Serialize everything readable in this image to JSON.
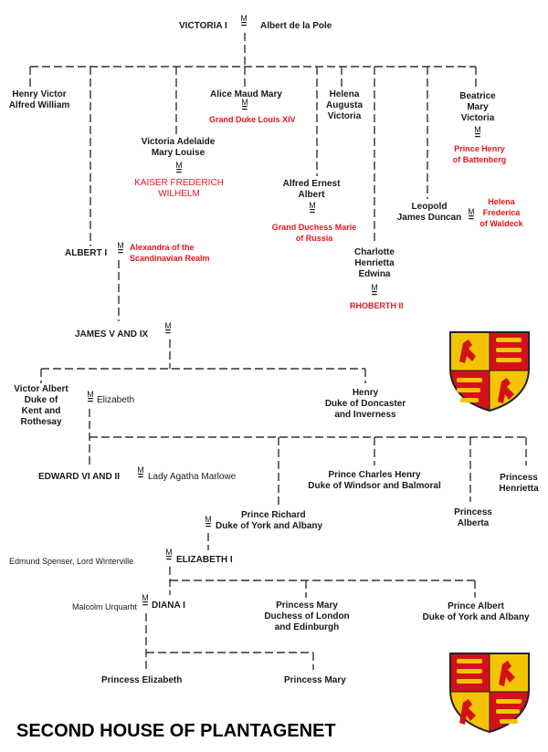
{
  "title": "SECOND HOUSE OF PLANTAGENET",
  "marriage_symbol": {
    "letter": "M",
    "sign": "="
  },
  "gen1": {
    "victoria": "VICTORIA I",
    "albert": "Albert de la Pole"
  },
  "gen2": {
    "henry": [
      "Henry Victor",
      "Alfred William"
    ],
    "alice": "Alice Maud Mary",
    "alice_spouse": "Grand Duke Louis XIV",
    "helena": [
      "Helena",
      "Augusta",
      "Victoria"
    ],
    "beatrice": [
      "Beatrice",
      "Mary",
      "Victoria"
    ],
    "beatrice_spouse": [
      "Prince Henry",
      "of Battenberg"
    ],
    "victoria_adelaide": [
      "Victoria Adelaide",
      "Mary Louise"
    ],
    "kaiser": [
      "KAISER FREDERICH",
      "WILHELM"
    ],
    "alfred": [
      "Alfred Ernest",
      "Albert"
    ],
    "alfred_spouse": [
      "Grand Duchess Marie",
      "of Russia"
    ],
    "leopold": [
      "Leopold",
      "James Duncan"
    ],
    "leopold_spouse": [
      "Helena",
      "Frederica",
      "of Waldeck"
    ],
    "albert1": "ALBERT I",
    "albert1_spouse": [
      "Alexandra of the",
      "Scandinavian Realm"
    ],
    "charlotte": [
      "Charlotte",
      "Henrietta",
      "Edwina"
    ],
    "rhoberth": "RHOBERTH II"
  },
  "gen3": {
    "james": "JAMES V AND IX",
    "victor_albert": [
      "Victor Albert",
      "Duke of",
      "Kent and",
      "Rothesay"
    ],
    "elizabeth": "Elizabeth",
    "henry_doncaster": [
      "Henry",
      "Duke of Doncaster",
      "and Inverness"
    ]
  },
  "gen4": {
    "edward": "EDWARD VI AND II",
    "agatha": "Lady Agatha Marlowe",
    "charles": [
      "Prince Charles Henry",
      "Duke of Windsor and Balmoral"
    ],
    "henrietta": [
      "Princess",
      "Henrietta"
    ],
    "alberta": [
      "Princess",
      "Alberta"
    ],
    "richard": [
      "Prince Richard",
      "Duke of York and Albany"
    ]
  },
  "gen5": {
    "spenser": "Edmund Spenser, Lord Winterville",
    "elizabeth1": "ELIZABETH I",
    "malcolm": "Malcolm Urquarht",
    "diana": "DIANA I",
    "mary_duchess": [
      "Princess Mary",
      "Duchess of London",
      "and Edinburgh"
    ],
    "prince_albert": [
      "Prince Albert",
      "Duke of York and Albany"
    ]
  },
  "gen6": {
    "princess_elizabeth": "Princess Elizabeth",
    "princess_mary": "Princess Mary"
  },
  "colors": {
    "text": "#1a1a1a",
    "spouse_red": "#e8151c",
    "shield_red": "#d4101a",
    "shield_gold": "#f5c400"
  },
  "icons": [
    "coat-of-arms-shield-icon",
    "coat-of-arms-shield-icon"
  ]
}
